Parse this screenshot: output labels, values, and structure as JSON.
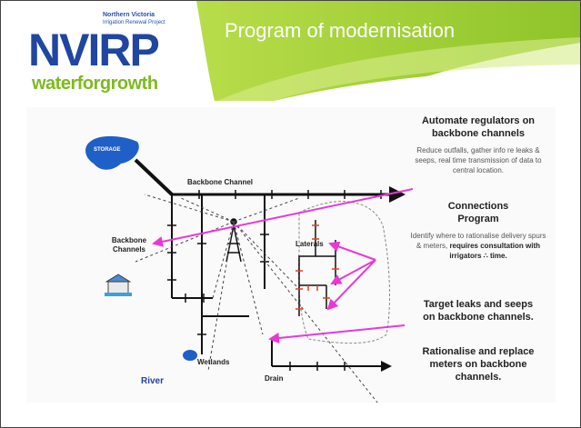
{
  "header": {
    "title": "Program of modernisation",
    "logo": {
      "small_line1": "Northern Victoria",
      "small_line2": "Irrigation Renewal Project",
      "wordmark": "NVIRP",
      "tagline": "waterforgrowth"
    }
  },
  "diagram": {
    "labels": {
      "storage": "STORAGE",
      "backbone_channel": "Backbone Channel",
      "backbone_channels": "Backbone Channels",
      "laterals": "Laterals",
      "wetlands": "Wetlands",
      "river": "River",
      "drain": "Drain"
    }
  },
  "callouts": [
    {
      "heading": "Automate regulators on backbone channels",
      "body": "Reduce outfalls, gather info re leaks & seeps, real time transmission of data to central location."
    },
    {
      "heading": "Connections Program",
      "body_plain": "Identify where to rationalise delivery spurs & meters,",
      "body_bold": "requires consultation with irrigators ∴ time."
    },
    {
      "heading": "Target leaks and seeps on backbone channels."
    },
    {
      "heading": "Rationalise and replace meters on backbone channels."
    }
  ],
  "colors": {
    "accent_green": "#9fcf2d",
    "brand_blue": "#1f46a0",
    "arrow_magenta": "#e838d8",
    "lateral_red": "#e04020"
  }
}
